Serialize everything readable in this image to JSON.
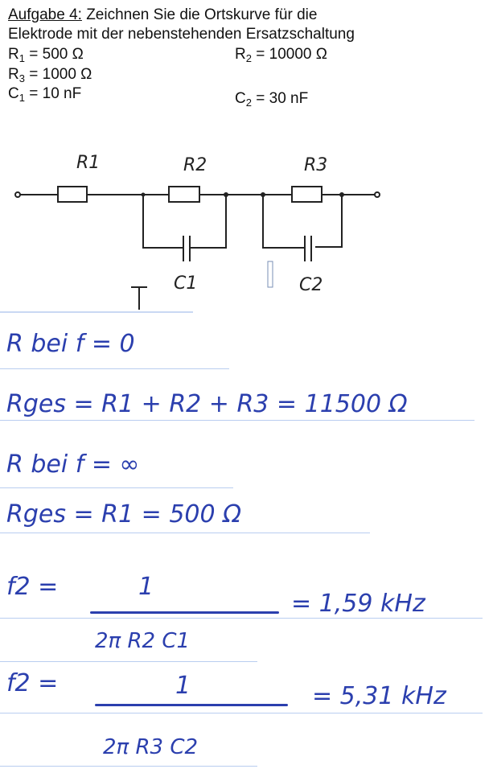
{
  "task": {
    "heading": "Aufgabe 4:",
    "text_line1": "Zeichnen Sie die Ortskurve für die",
    "text_line2": "Elektrode mit der nebenstehenden Ersatzschaltung",
    "params": [
      {
        "sym": "R",
        "sub": "1",
        "val": "= 500 Ω"
      },
      {
        "sym": "R",
        "sub": "2",
        "val": "= 10000 Ω"
      },
      {
        "sym": "R",
        "sub": "3",
        "val": "= 1000 Ω"
      },
      {
        "sym": "C",
        "sub": "1",
        "val": "= 10 nF"
      },
      {
        "sym": "C",
        "sub": "2",
        "val": "= 30 nF"
      }
    ]
  },
  "circuit": {
    "labels": {
      "r1": "R1",
      "r2": "R2",
      "r3": "R3",
      "c1": "C1",
      "c2": "C2"
    },
    "mark": "T"
  },
  "notes": {
    "line1": "R  bei  f = 0",
    "line2": "Rges = R1 + R2 + R3 = 11500 Ω",
    "line3": "R  bei  f = ∞",
    "line4": "Rges  =  R1   = 500 Ω",
    "f1_lhs": "f2 =",
    "f1_num": "1",
    "f1_den": "2π R2 C1",
    "f1_res": "= 1,59 kHz",
    "f2_lhs": "f2 =",
    "f2_num": "1",
    "f2_den": "2π R3 C2",
    "f2_res": "= 5,31 kHz"
  },
  "colors": {
    "ink": "#2b3fae",
    "rule": "#b9cdf0"
  }
}
